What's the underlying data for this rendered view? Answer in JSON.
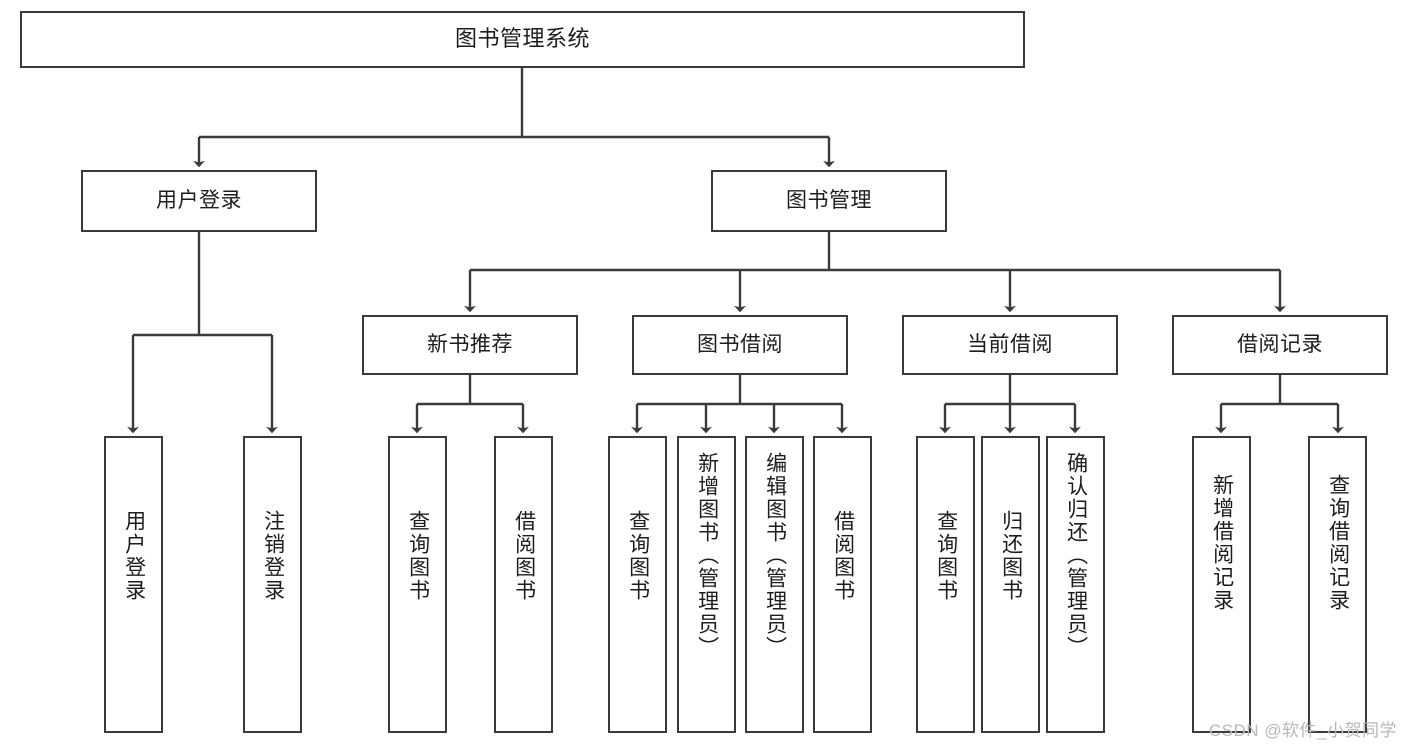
{
  "diagram": {
    "title": "图书管理系统",
    "watermark": "CSDN @软件_小贺同学",
    "stroke_color": "#3a3a3a",
    "text_color": "#1d1d1d",
    "background_color": "#ffffff",
    "watermark_color": "#b8b8b8",
    "nodes": {
      "root": "图书管理系统",
      "level2": {
        "user_login": "用户登录",
        "book_manage": "图书管理"
      },
      "level3": {
        "new_book_recommend": "新书推荐",
        "book_borrow": "图书借阅",
        "current_borrow": "当前借阅",
        "borrow_record": "借阅记录"
      },
      "leaves": {
        "user_login_1": "用户登录",
        "user_login_2": "注销登录",
        "recommend_1": "查询图书",
        "recommend_2": "借阅图书",
        "borrow_1": "查询图书",
        "borrow_2": "新增图书（管理员）",
        "borrow_3": "编辑图书（管理员）",
        "borrow_4": "借阅图书",
        "current_1": "查询图书",
        "current_2": "归还图书",
        "current_3": "确认归还（管理员）",
        "record_1": "新增借阅记录",
        "record_2": "查询借阅记录"
      }
    }
  }
}
